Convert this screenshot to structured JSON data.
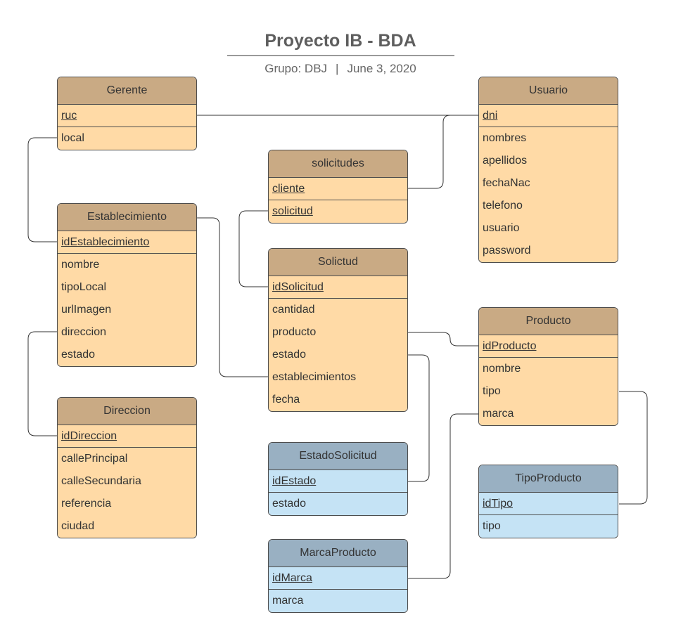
{
  "header": {
    "title": "Proyecto IB - BDA",
    "group": "Grupo: DBJ",
    "separator": "|",
    "date": "June 3, 2020"
  },
  "colors": {
    "entity_header_orange": "#c9aa84",
    "entity_body_orange": "#ffdaa6",
    "entity_header_blue": "#99b0c2",
    "entity_body_blue": "#c5e3f5",
    "border": "#4d4d4d"
  },
  "entities": {
    "gerente": {
      "name": "Gerente",
      "pk": "ruc",
      "fields": [
        "local"
      ]
    },
    "usuario": {
      "name": "Usuario",
      "pk": "dni",
      "fields": [
        "nombres",
        "apellidos",
        "fechaNac",
        "telefono",
        "usuario",
        "password"
      ]
    },
    "solicitudes": {
      "name": "solicitudes",
      "pk": "cliente",
      "fields": [
        "solicitud"
      ]
    },
    "establecimiento": {
      "name": "Establecimiento",
      "pk": "idEstablecimiento",
      "fields": [
        "nombre",
        "tipoLocal",
        "urlImagen",
        "direccion",
        "estado"
      ]
    },
    "solictud": {
      "name": "Solictud",
      "pk": "idSolicitud",
      "fields": [
        "cantidad",
        "producto",
        "estado",
        "establecimientos",
        "fecha"
      ]
    },
    "producto": {
      "name": "Producto",
      "pk": "idProducto",
      "fields": [
        "nombre",
        "tipo",
        "marca"
      ]
    },
    "direccion": {
      "name": "Direccion",
      "pk": "idDireccion",
      "fields": [
        "callePrincipal",
        "calleSecundaria",
        "referencia",
        "ciudad"
      ]
    },
    "estadoSolicitud": {
      "name": "EstadoSolicitud",
      "pk": "idEstado",
      "fields": [
        "estado"
      ]
    },
    "tipoProducto": {
      "name": "TipoProducto",
      "pk": "idTipo",
      "fields": [
        "tipo"
      ]
    },
    "marcaProducto": {
      "name": "MarcaProducto",
      "pk": "idMarca",
      "fields": [
        "marca"
      ]
    }
  }
}
